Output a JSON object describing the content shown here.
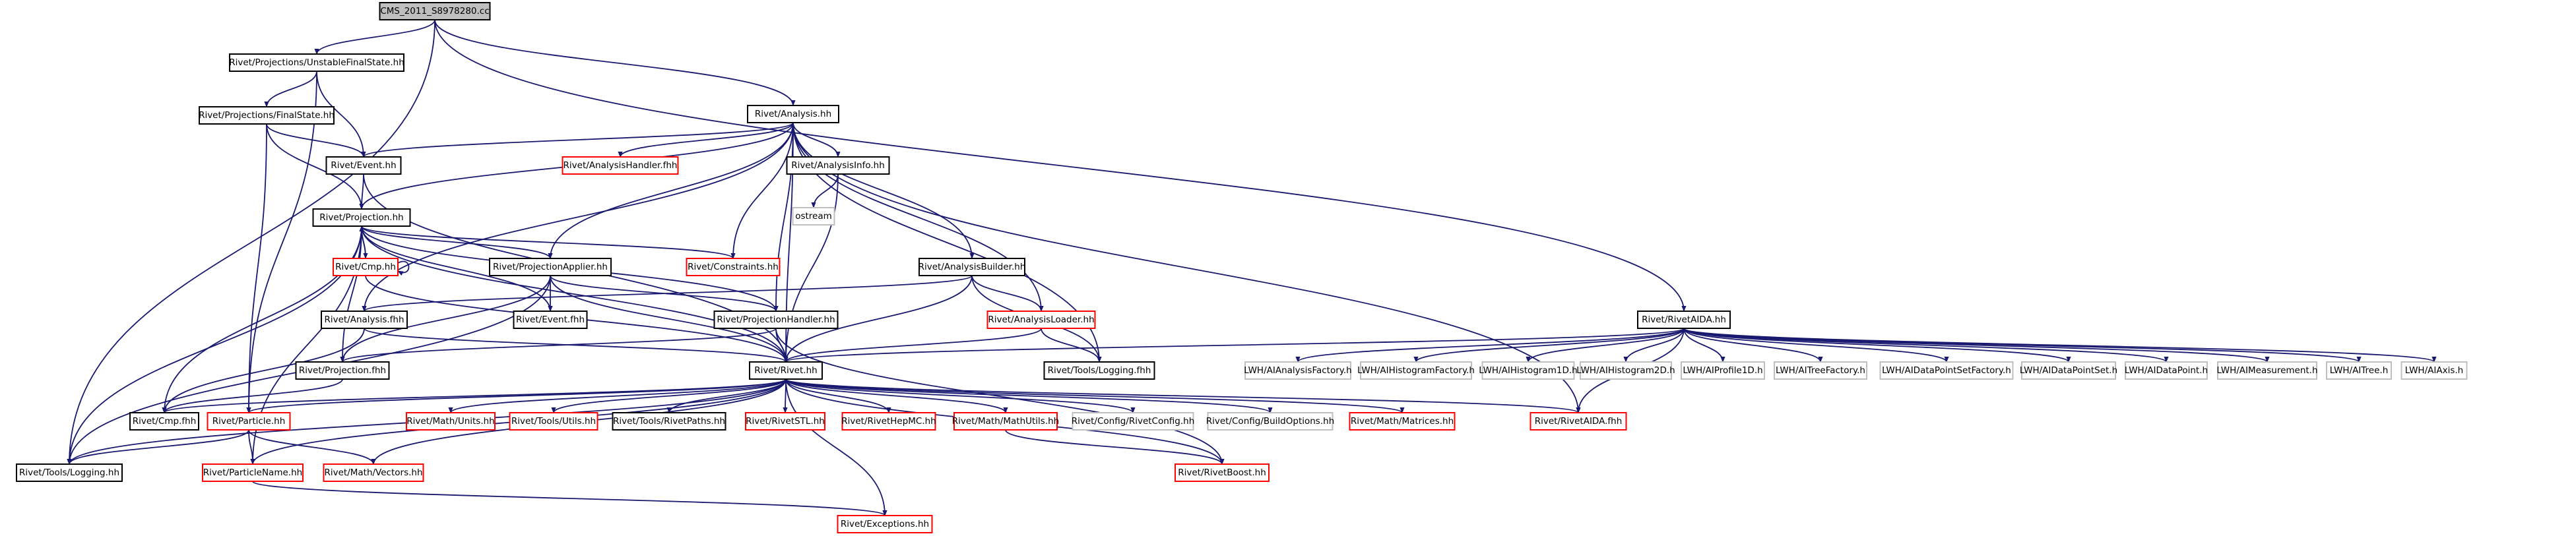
{
  "graph": {
    "edge_color": "#191970",
    "node_styles": {
      "root": "#bfbfbf",
      "black": "#000000",
      "red": "#ff0000",
      "gray": "#bfbfbf"
    },
    "nodes": [
      {
        "id": "root",
        "label": "CMS_2011_S8978280.cc",
        "style": "root"
      },
      {
        "id": "unstable",
        "label": "Rivet/Projections/UnstableFinalState.hh",
        "style": "black"
      },
      {
        "id": "analysis",
        "label": "Rivet/Analysis.hh",
        "style": "black"
      },
      {
        "id": "rivetaida",
        "label": "Rivet/RivetAIDA.hh",
        "style": "black"
      },
      {
        "id": "finalstate",
        "label": "Rivet/Projections/FinalState.hh",
        "style": "black"
      },
      {
        "id": "event",
        "label": "Rivet/Event.hh",
        "style": "black"
      },
      {
        "id": "handlerfhh",
        "label": "Rivet/AnalysisHandler.fhh",
        "style": "red"
      },
      {
        "id": "ainfo",
        "label": "Rivet/AnalysisInfo.hh",
        "style": "black"
      },
      {
        "id": "ostream",
        "label": "ostream",
        "style": "gray"
      },
      {
        "id": "projection",
        "label": "Rivet/Projection.hh",
        "style": "black"
      },
      {
        "id": "cmp",
        "label": "Rivet/Cmp.hh",
        "style": "red"
      },
      {
        "id": "papplier",
        "label": "Rivet/ProjectionApplier.hh",
        "style": "black"
      },
      {
        "id": "constraints",
        "label": "Rivet/Constraints.hh",
        "style": "red"
      },
      {
        "id": "abuilder",
        "label": "Rivet/AnalysisBuilder.hh",
        "style": "black"
      },
      {
        "id": "aloader",
        "label": "Rivet/AnalysisLoader.hh",
        "style": "red"
      },
      {
        "id": "analysisfhh",
        "label": "Rivet/Analysis.fhh",
        "style": "black"
      },
      {
        "id": "eventfhh",
        "label": "Rivet/Event.fhh",
        "style": "black"
      },
      {
        "id": "phandler",
        "label": "Rivet/ProjectionHandler.hh",
        "style": "black"
      },
      {
        "id": "loggingfhh",
        "label": "Rivet/Tools/Logging.fhh",
        "style": "black"
      },
      {
        "id": "projfhh",
        "label": "Rivet/Projection.fhh",
        "style": "black"
      },
      {
        "id": "rivethh",
        "label": "Rivet/Rivet.hh",
        "style": "black"
      },
      {
        "id": "cmpfhh",
        "label": "Rivet/Cmp.fhh",
        "style": "black"
      },
      {
        "id": "particle",
        "label": "Rivet/Particle.hh",
        "style": "red"
      },
      {
        "id": "mathunits",
        "label": "Rivet/Math/Units.hh",
        "style": "red"
      },
      {
        "id": "toolsutils",
        "label": "Rivet/Tools/Utils.hh",
        "style": "red"
      },
      {
        "id": "rivetpaths",
        "label": "Rivet/Tools/RivetPaths.hh",
        "style": "black"
      },
      {
        "id": "rivetstl",
        "label": "Rivet/RivetSTL.hh",
        "style": "red"
      },
      {
        "id": "rivethepmc",
        "label": "Rivet/RivetHepMC.hh",
        "style": "red"
      },
      {
        "id": "mathutils",
        "label": "Rivet/Math/MathUtils.hh",
        "style": "red"
      },
      {
        "id": "cfgrivet",
        "label": "Rivet/Config/RivetConfig.hh",
        "style": "gray"
      },
      {
        "id": "cfgbuild",
        "label": "Rivet/Config/BuildOptions.hh",
        "style": "gray"
      },
      {
        "id": "matrices",
        "label": "Rivet/Math/Matrices.hh",
        "style": "red"
      },
      {
        "id": "rivetaidafhh",
        "label": "Rivet/RivetAIDA.fhh",
        "style": "red"
      },
      {
        "id": "logginghh",
        "label": "Rivet/Tools/Logging.hh",
        "style": "black"
      },
      {
        "id": "pname",
        "label": "Rivet/ParticleName.hh",
        "style": "red"
      },
      {
        "id": "vectors",
        "label": "Rivet/Math/Vectors.hh",
        "style": "red"
      },
      {
        "id": "boost",
        "label": "Rivet/RivetBoost.hh",
        "style": "red"
      },
      {
        "id": "exceptions",
        "label": "Rivet/Exceptions.hh",
        "style": "red"
      },
      {
        "id": "iafactory",
        "label": "LWH/AIAnalysisFactory.h",
        "style": "gray"
      },
      {
        "id": "ihfactory",
        "label": "LWH/AIHistogramFactory.h",
        "style": "gray"
      },
      {
        "id": "ih1d",
        "label": "LWH/AIHistogram1D.h",
        "style": "gray"
      },
      {
        "id": "ih2d",
        "label": "LWH/AIHistogram2D.h",
        "style": "gray"
      },
      {
        "id": "iprof",
        "label": "LWH/AIProfile1D.h",
        "style": "gray"
      },
      {
        "id": "itree",
        "label": "LWH/AITreeFactory.h",
        "style": "gray"
      },
      {
        "id": "idpsf",
        "label": "LWH/AIDataPointSetFactory.h",
        "style": "gray"
      },
      {
        "id": "idps",
        "label": "LWH/AIDataPointSet.h",
        "style": "gray"
      },
      {
        "id": "idp",
        "label": "LWH/AIDataPoint.h",
        "style": "gray"
      },
      {
        "id": "imeas",
        "label": "LWH/AIMeasurement.h",
        "style": "gray"
      },
      {
        "id": "itr",
        "label": "LWH/AITree.h",
        "style": "gray"
      },
      {
        "id": "iaxis",
        "label": "LWH/AIAxis.h",
        "style": "gray"
      }
    ]
  }
}
